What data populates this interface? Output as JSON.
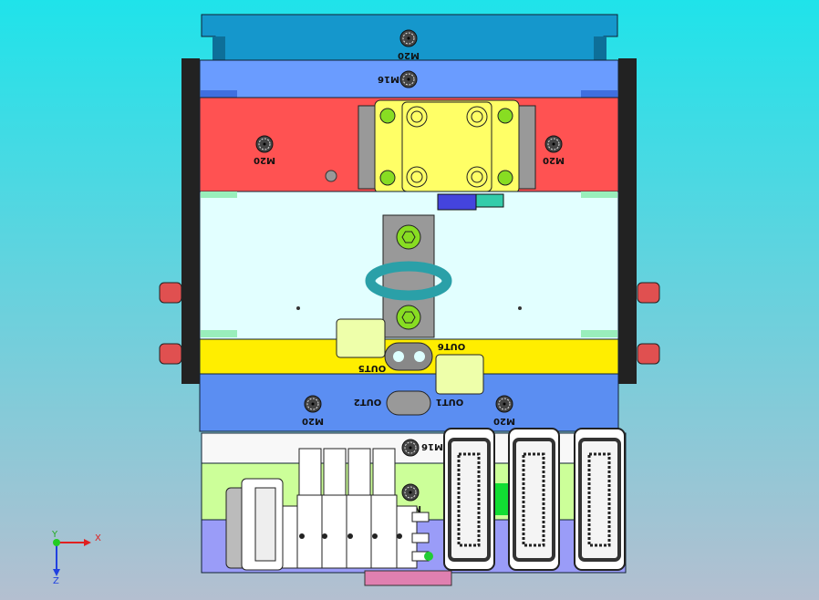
{
  "viewport": {
    "background_top": "#1fe3ea",
    "background_bottom": "#b4bfd0"
  },
  "labels": {
    "top_plate": "M20",
    "blue_plate_upper": "M16",
    "red_left": "M20",
    "red_right": "M20",
    "out6": "OUT6",
    "out5": "OUT5",
    "out2": "OUT2",
    "out1": "OUT1",
    "blue_lower_left": "M20",
    "blue_lower_right": "M20",
    "white_plate": "M16",
    "green_plate": "M12"
  },
  "colors": {
    "top_plate": "#1597cc",
    "upper_blue": "#6a9cff",
    "red_plate": "#ff5252",
    "yellow_block": "#ffff66",
    "cyan_plate": "#e2ffff",
    "yellow_bar": "#ffee00",
    "lower_blue": "#5b8ef2",
    "white_plate": "#f8f8f8",
    "green_plate": "#ccff99",
    "violet_plate": "#9a9cf8",
    "side_bars": "#222222",
    "knobs": "#e05050",
    "bolts": "#88dd22"
  },
  "axes": {
    "x": "X",
    "y": "Y",
    "z": "Z"
  }
}
